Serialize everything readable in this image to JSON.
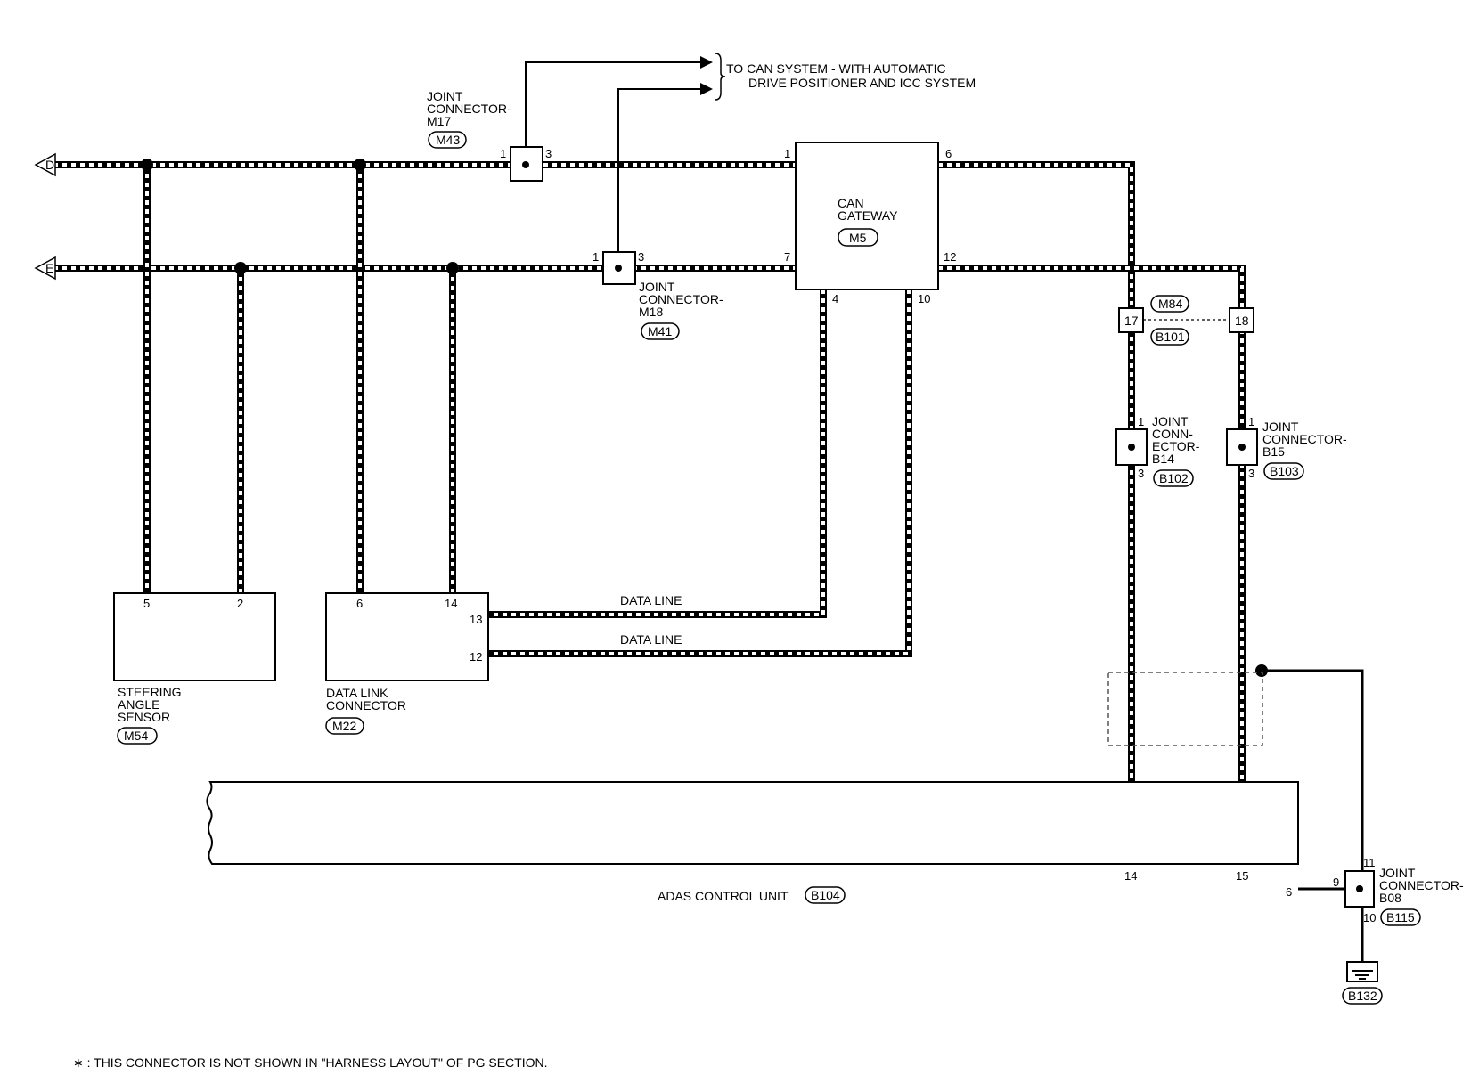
{
  "harness_ends": {
    "d": "D",
    "e": "E"
  },
  "can_system_note": {
    "line1": "TO CAN SYSTEM - WITH AUTOMATIC",
    "line2": "DRIVE POSITIONER AND ICC SYSTEM"
  },
  "jc_m17": {
    "l1": "JOINT",
    "l2": "CONNECTOR-",
    "l3": "M17",
    "id": "M43",
    "pin_in": "1",
    "pin_out": "3"
  },
  "jc_m18": {
    "l1": "JOINT",
    "l2": "CONNECTOR-",
    "l3": "M18",
    "id": "M41",
    "pin_in": "1",
    "pin_out": "3"
  },
  "can_gateway": {
    "l1": "CAN",
    "l2": "GATEWAY",
    "id": "M5",
    "pins": {
      "p1": "1",
      "p6": "6",
      "p7": "7",
      "p12": "12",
      "p4": "4",
      "p10": "10"
    }
  },
  "inline": {
    "m_id": "M84",
    "b_id": "B101",
    "pin17": "17",
    "pin18": "18"
  },
  "jc_b14": {
    "l1": "JOINT",
    "l2": "CONN-",
    "l3": "ECTOR-",
    "l4": "B14",
    "id": "B102",
    "pin_top": "1",
    "pin_bot": "3"
  },
  "jc_b15": {
    "l1": "JOINT",
    "l2": "CONNECTOR-",
    "l3": "B15",
    "id": "B103",
    "pin_top": "1",
    "pin_bot": "3"
  },
  "steering_sensor": {
    "l1": "STEERING",
    "l2": "ANGLE",
    "l3": "SENSOR",
    "id": "M54",
    "pin_a": "5",
    "pin_b": "2"
  },
  "data_link": {
    "l1": "DATA LINK",
    "l2": "CONNECTOR",
    "id": "M22",
    "pin6": "6",
    "pin14": "14",
    "pin13": "13",
    "pin12": "12"
  },
  "data_line_label": "DATA LINE",
  "adas": {
    "label": "ADAS CONTROL UNIT",
    "id": "B104",
    "pin14": "14",
    "pin15": "15",
    "pin6": "6"
  },
  "jc_b08": {
    "l1": "JOINT",
    "l2": "CONNECTOR-",
    "l3": "B08",
    "id": "B115",
    "pin9": "9",
    "pin11": "11",
    "pin10": "10"
  },
  "ground": {
    "id": "B132"
  },
  "footnote": "∗ : THIS CONNECTOR IS NOT SHOWN IN \"HARNESS LAYOUT\" OF PG SECTION."
}
